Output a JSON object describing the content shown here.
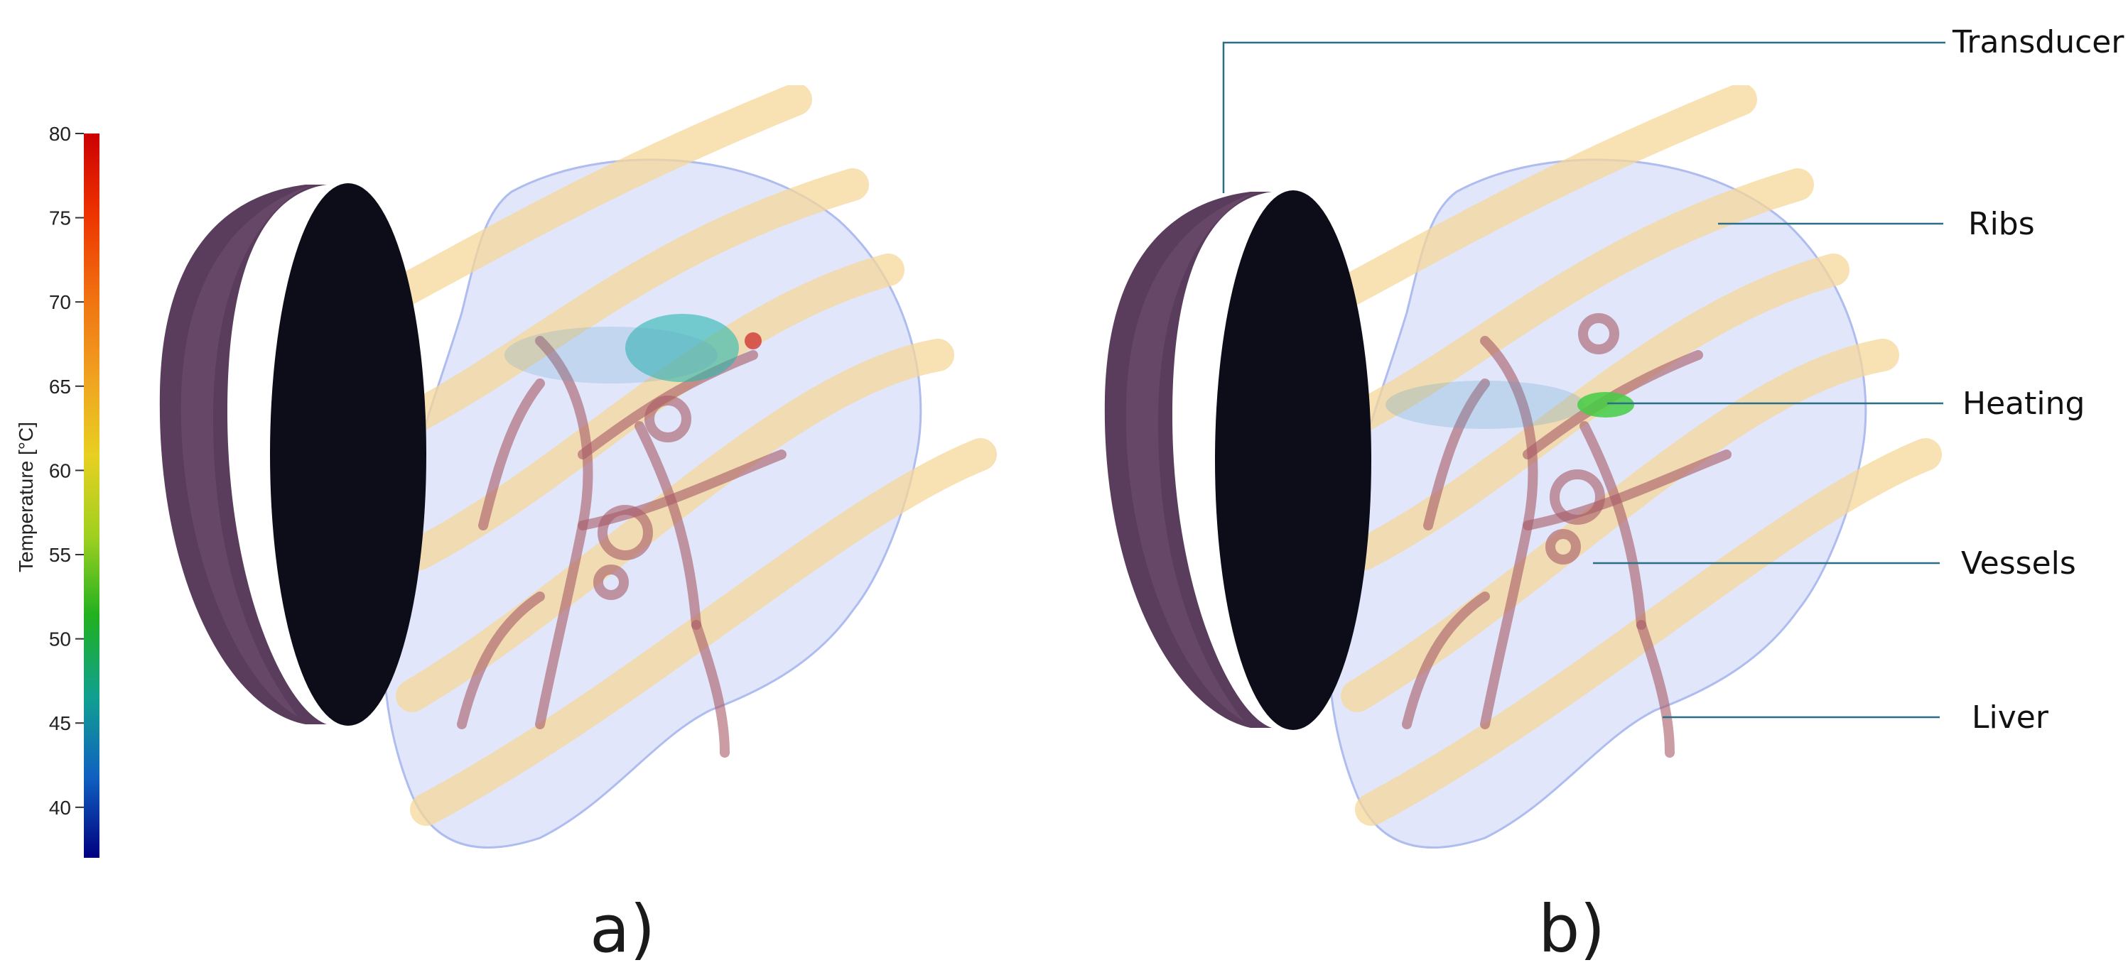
{
  "colorbar": {
    "title": "Temperature [°C]",
    "ticks": [
      "80",
      "75",
      "70",
      "65",
      "60",
      "55",
      "50",
      "45",
      "40"
    ],
    "range": [
      37,
      80
    ],
    "gradient_colors": [
      "#cc0000",
      "#ee3300",
      "#f07010",
      "#f0a020",
      "#e8d020",
      "#a0d020",
      "#20b020",
      "#10a090",
      "#1060c0",
      "#000080"
    ]
  },
  "panels": {
    "a": {
      "label": "a)"
    },
    "b": {
      "label": "b)"
    }
  },
  "callouts": {
    "transducer": "Transducer",
    "ribs": "Ribs",
    "heating": "Heating",
    "vessels": "Vessels",
    "liver": "Liver"
  },
  "colors": {
    "transducer_face": "#0c0d18",
    "transducer_rim": "#5a3c5c",
    "liver": "#c8d2f5",
    "ribs": "#f5d79a",
    "vessels": "#a85a66",
    "heating_a": "#2ab8b0",
    "heating_b": "#44cc44",
    "leader_line": "#2a6f85"
  }
}
